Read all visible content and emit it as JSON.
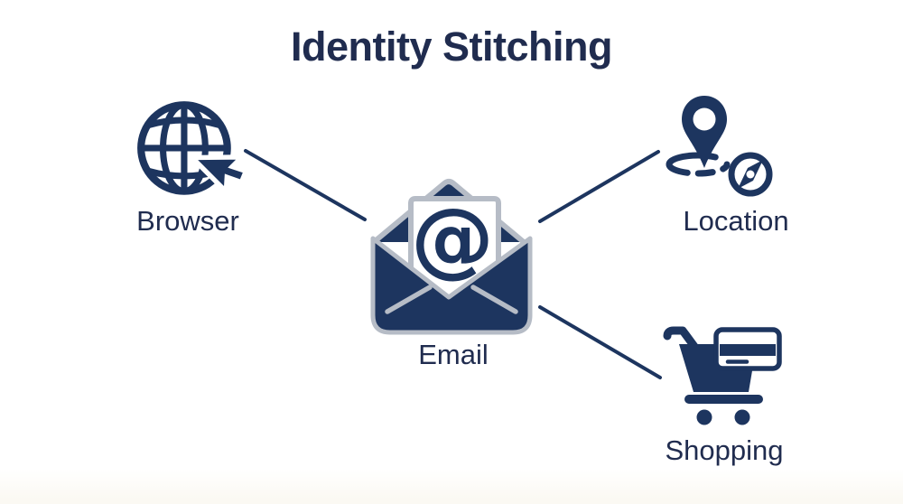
{
  "diagram": {
    "title": "Identity Stitching",
    "center_node": {
      "id": "email",
      "label": "Email",
      "icon": "email-envelope-at-icon",
      "at_symbol": "@"
    },
    "nodes": [
      {
        "id": "browser",
        "label": "Browser",
        "icon": "globe-cursor-icon",
        "position": "left"
      },
      {
        "id": "location",
        "label": "Location",
        "icon": "map-pin-compass-icon",
        "position": "top-right"
      },
      {
        "id": "shopping",
        "label": "Shopping",
        "icon": "cart-credit-card-icon",
        "position": "bottom-right"
      }
    ],
    "connections": [
      {
        "from": "Browser",
        "to": "Email"
      },
      {
        "from": "Email",
        "to": "Location"
      },
      {
        "from": "Email",
        "to": "Shopping"
      }
    ]
  },
  "colors": {
    "navy": "#1d355f",
    "text": "#202c4f",
    "silver": "#b6bcc6",
    "background": "#ffffff"
  }
}
